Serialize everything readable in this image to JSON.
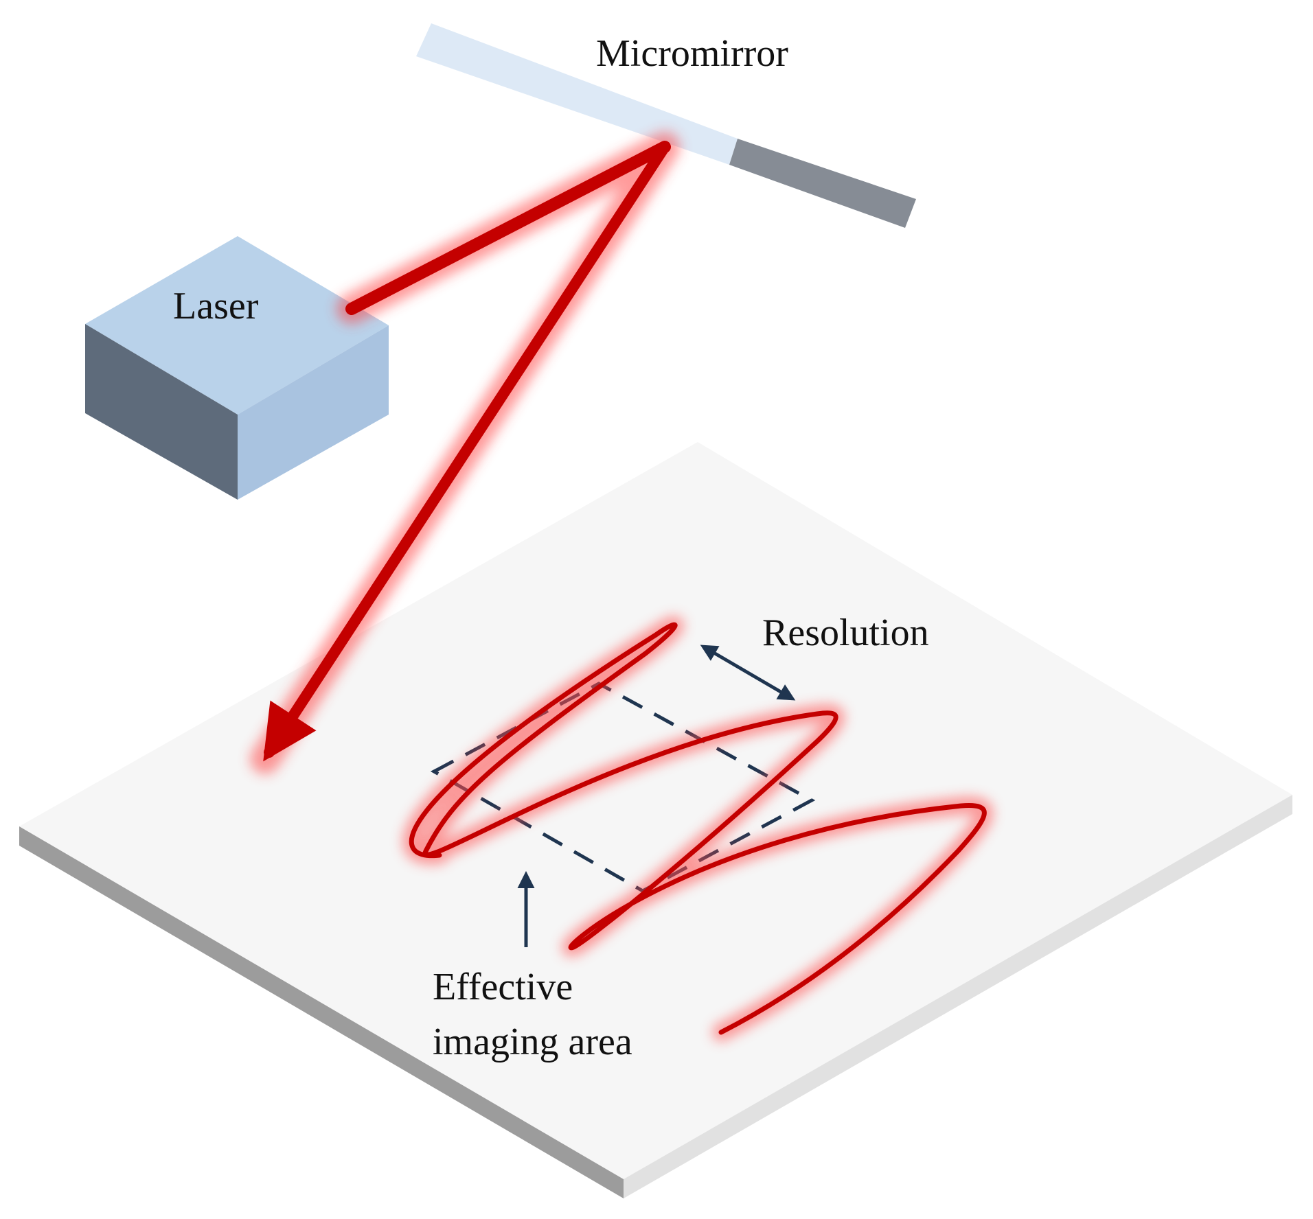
{
  "labels": {
    "micromirror": "Micromirror",
    "laser": "Laser",
    "resolution": "Resolution",
    "effective_line1": "Effective",
    "effective_line2": "imaging area"
  },
  "colors": {
    "beam": "#c40000",
    "beam_glow": "#e84040",
    "arrow": "#1f3550",
    "box_top": "#b9d2ea",
    "box_left": "#5d6b7c",
    "box_right": "#a8c2e0",
    "mirror_light": "#dde9f6",
    "mirror_dark": "#868c95",
    "plate_top": "#f6f6f6",
    "plate_front": "#9a9a9a",
    "plate_right": "#e2e2e2"
  }
}
